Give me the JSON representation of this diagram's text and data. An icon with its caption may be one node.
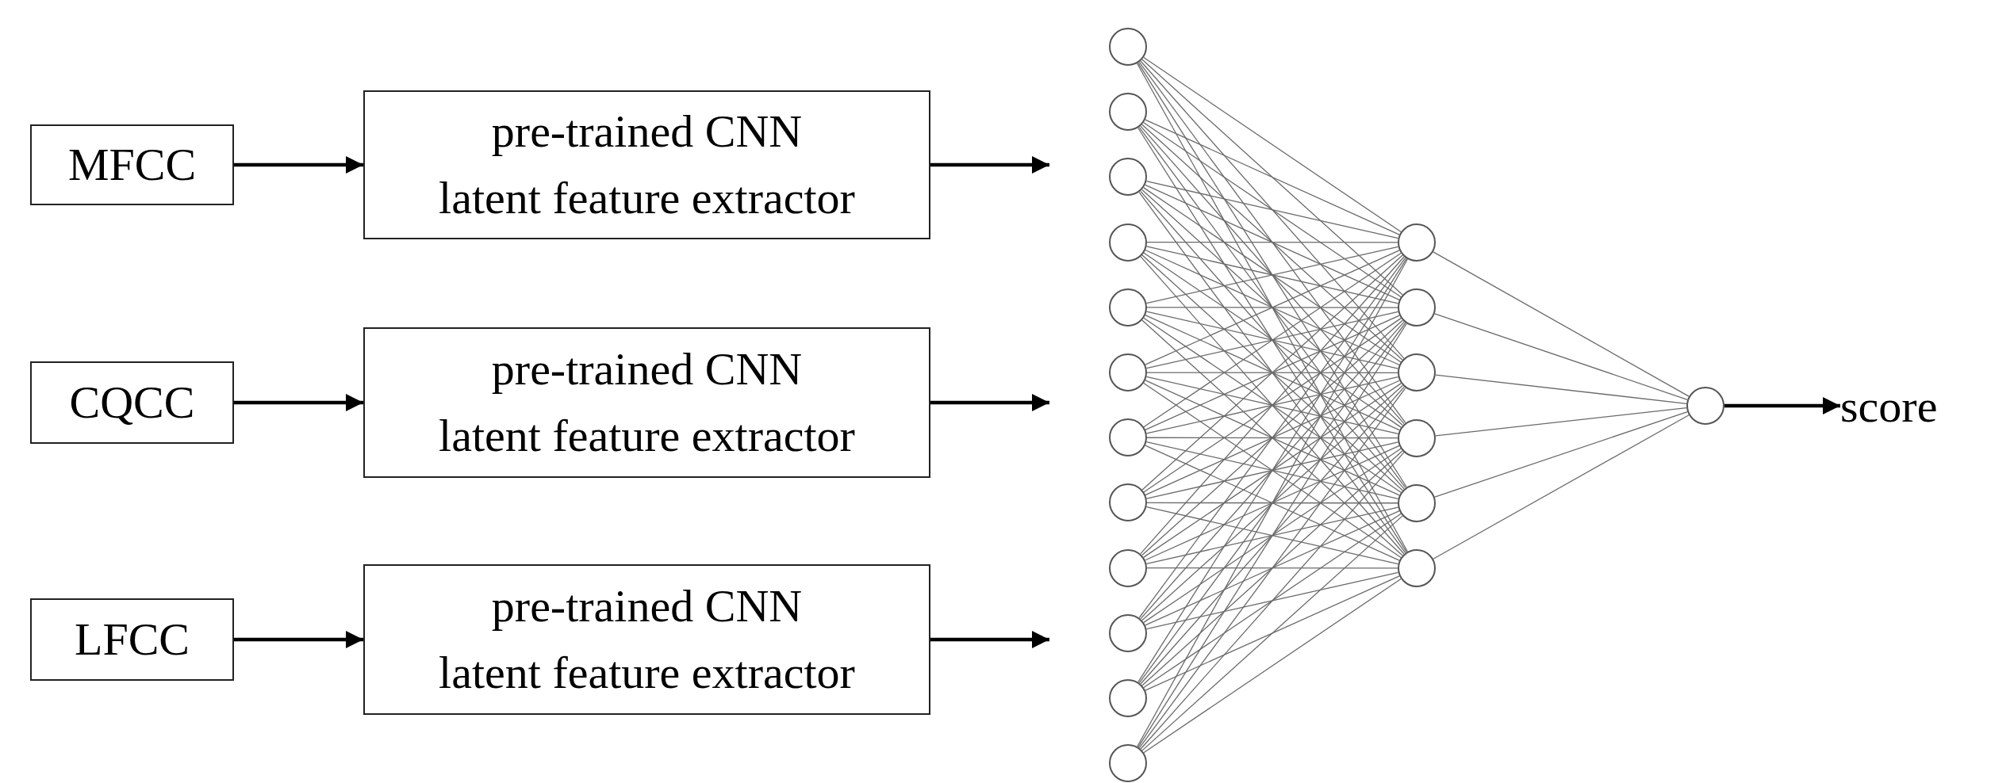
{
  "diagram": {
    "nodes": [
      {
        "text": [
          "MFCC"
        ]
      },
      {
        "text": [
          "pre-trained CNN latent feature extractor"
        ]
      },
      {
        "text": [
          "CQCC"
        ]
      },
      {
        "text": [
          "pre-trained CNN latent feature extractor"
        ]
      },
      {
        "text": [
          "LFCC"
        ]
      },
      {
        "text": [
          "pre-trained CNN latent feature extractor"
        ]
      },
      {
        "text": [],
        "shape": "circle"
      },
      {
        "text": [],
        "shape": "circle"
      },
      {
        "text": [],
        "shape": "circle"
      },
      {
        "text": [],
        "shape": "circle"
      },
      {
        "text": [],
        "shape": "circle"
      },
      {
        "text": [],
        "shape": "circle"
      },
      {
        "text": [],
        "shape": "circle"
      },
      {
        "text": [],
        "shape": "circle"
      },
      {
        "text": [],
        "shape": "circle"
      },
      {
        "text": [],
        "shape": "circle"
      },
      {
        "text": [],
        "shape": "circle"
      },
      {
        "text": [],
        "shape": "circle"
      },
      {
        "text": [],
        "shape": "circle"
      },
      {
        "text": [],
        "shape": "circle"
      },
      {
        "text": [],
        "shape": "circle"
      },
      {
        "text": [],
        "shape": "circle"
      },
      {
        "text": [],
        "shape": "circle"
      },
      {
        "text": [],
        "shape": "circle"
      },
      {
        "text": [],
        "shape": "circle"
      },
      {
        "text": [
          "score"
        ]
      }
    ],
    "edges": [
      {
        "from": 0,
        "to": 1,
        "arrow": "to",
        "color": "#000000"
      },
      {
        "from": 2,
        "to": 3,
        "arrow": "to",
        "color": "#000000"
      },
      {
        "from": 4,
        "to": 5,
        "arrow": "to",
        "color": "#000000"
      },
      {
        "from": 1,
        "to": null,
        "arrow": "to",
        "color": "#000000"
      },
      {
        "from": 3,
        "to": null,
        "arrow": "to",
        "color": "#000000"
      },
      {
        "from": 5,
        "to": null,
        "arrow": "to",
        "color": "#000000"
      },
      {
        "from": 6,
        "to": 18,
        "arrow": "none"
      },
      {
        "from": 6,
        "to": 19,
        "arrow": "none"
      },
      {
        "from": 6,
        "to": 20,
        "arrow": "none"
      },
      {
        "from": 6,
        "to": 21,
        "arrow": "none"
      },
      {
        "from": 6,
        "to": 22,
        "arrow": "none"
      },
      {
        "from": 6,
        "to": 23,
        "arrow": "none"
      },
      {
        "from": 7,
        "to": 18,
        "arrow": "none"
      },
      {
        "from": 7,
        "to": 19,
        "arrow": "none"
      },
      {
        "from": 7,
        "to": 20,
        "arrow": "none"
      },
      {
        "from": 7,
        "to": 21,
        "arrow": "none"
      },
      {
        "from": 7,
        "to": 22,
        "arrow": "none"
      },
      {
        "from": 7,
        "to": 23,
        "arrow": "none"
      },
      {
        "from": 8,
        "to": 18,
        "arrow": "none"
      },
      {
        "from": 8,
        "to": 19,
        "arrow": "none"
      },
      {
        "from": 8,
        "to": 20,
        "arrow": "none"
      },
      {
        "from": 8,
        "to": 21,
        "arrow": "none"
      },
      {
        "from": 8,
        "to": 22,
        "arrow": "none"
      },
      {
        "from": 8,
        "to": 23,
        "arrow": "none"
      },
      {
        "from": 9,
        "to": 18,
        "arrow": "none"
      },
      {
        "from": 9,
        "to": 19,
        "arrow": "none"
      },
      {
        "from": 9,
        "to": 20,
        "arrow": "none"
      },
      {
        "from": 9,
        "to": 21,
        "arrow": "none"
      },
      {
        "from": 9,
        "to": 22,
        "arrow": "none"
      },
      {
        "from": 9,
        "to": 23,
        "arrow": "none"
      },
      {
        "from": 10,
        "to": 18,
        "arrow": "none"
      },
      {
        "from": 10,
        "to": 19,
        "arrow": "none"
      },
      {
        "from": 10,
        "to": 20,
        "arrow": "none"
      },
      {
        "from": 10,
        "to": 21,
        "arrow": "none"
      },
      {
        "from": 10,
        "to": 22,
        "arrow": "none"
      },
      {
        "from": 10,
        "to": 23,
        "arrow": "none"
      },
      {
        "from": 11,
        "to": 18,
        "arrow": "none"
      },
      {
        "from": 11,
        "to": 19,
        "arrow": "none"
      },
      {
        "from": 11,
        "to": 20,
        "arrow": "none"
      },
      {
        "from": 11,
        "to": 21,
        "arrow": "none"
      },
      {
        "from": 11,
        "to": 22,
        "arrow": "none"
      },
      {
        "from": 11,
        "to": 23,
        "arrow": "none"
      },
      {
        "from": 12,
        "to": 18,
        "arrow": "none"
      },
      {
        "from": 12,
        "to": 19,
        "arrow": "none"
      },
      {
        "from": 12,
        "to": 20,
        "arrow": "none"
      },
      {
        "from": 12,
        "to": 21,
        "arrow": "none"
      },
      {
        "from": 12,
        "to": 22,
        "arrow": "none"
      },
      {
        "from": 12,
        "to": 23,
        "arrow": "none"
      },
      {
        "from": 13,
        "to": 18,
        "arrow": "none"
      },
      {
        "from": 13,
        "to": 19,
        "arrow": "none"
      },
      {
        "from": 13,
        "to": 20,
        "arrow": "none"
      },
      {
        "from": 13,
        "to": 21,
        "arrow": "none"
      },
      {
        "from": 13,
        "to": 22,
        "arrow": "none"
      },
      {
        "from": 13,
        "to": 23,
        "arrow": "none"
      },
      {
        "from": 14,
        "to": 18,
        "arrow": "none"
      },
      {
        "from": 14,
        "to": 19,
        "arrow": "none"
      },
      {
        "from": 14,
        "to": 20,
        "arrow": "none"
      },
      {
        "from": 14,
        "to": 21,
        "arrow": "none"
      },
      {
        "from": 14,
        "to": 22,
        "arrow": "none"
      },
      {
        "from": 14,
        "to": 23,
        "arrow": "none"
      },
      {
        "from": 15,
        "to": 18,
        "arrow": "none"
      },
      {
        "from": 15,
        "to": 19,
        "arrow": "none"
      },
      {
        "from": 15,
        "to": 20,
        "arrow": "none"
      },
      {
        "from": 15,
        "to": 21,
        "arrow": "none"
      },
      {
        "from": 15,
        "to": 22,
        "arrow": "none"
      },
      {
        "from": 15,
        "to": 23,
        "arrow": "none"
      },
      {
        "from": 16,
        "to": 18,
        "arrow": "none"
      },
      {
        "from": 16,
        "to": 19,
        "arrow": "none"
      },
      {
        "from": 16,
        "to": 20,
        "arrow": "none"
      },
      {
        "from": 16,
        "to": 21,
        "arrow": "none"
      },
      {
        "from": 16,
        "to": 22,
        "arrow": "none"
      },
      {
        "from": 16,
        "to": 23,
        "arrow": "none"
      },
      {
        "from": 17,
        "to": 18,
        "arrow": "none"
      },
      {
        "from": 17,
        "to": 19,
        "arrow": "none"
      },
      {
        "from": 17,
        "to": 20,
        "arrow": "none"
      },
      {
        "from": 17,
        "to": 21,
        "arrow": "none"
      },
      {
        "from": 17,
        "to": 22,
        "arrow": "none"
      },
      {
        "from": 17,
        "to": 23,
        "arrow": "none"
      },
      {
        "from": 18,
        "to": 24,
        "arrow": "none"
      },
      {
        "from": 19,
        "to": 24,
        "arrow": "none"
      },
      {
        "from": 20,
        "to": 24,
        "arrow": "none"
      },
      {
        "from": 21,
        "to": 24,
        "arrow": "none"
      },
      {
        "from": 22,
        "to": 24,
        "arrow": "none"
      },
      {
        "from": 23,
        "to": 24,
        "arrow": "none"
      },
      {
        "from": 24,
        "to": 25,
        "arrow": "to",
        "color": "#000000"
      }
    ]
  }
}
